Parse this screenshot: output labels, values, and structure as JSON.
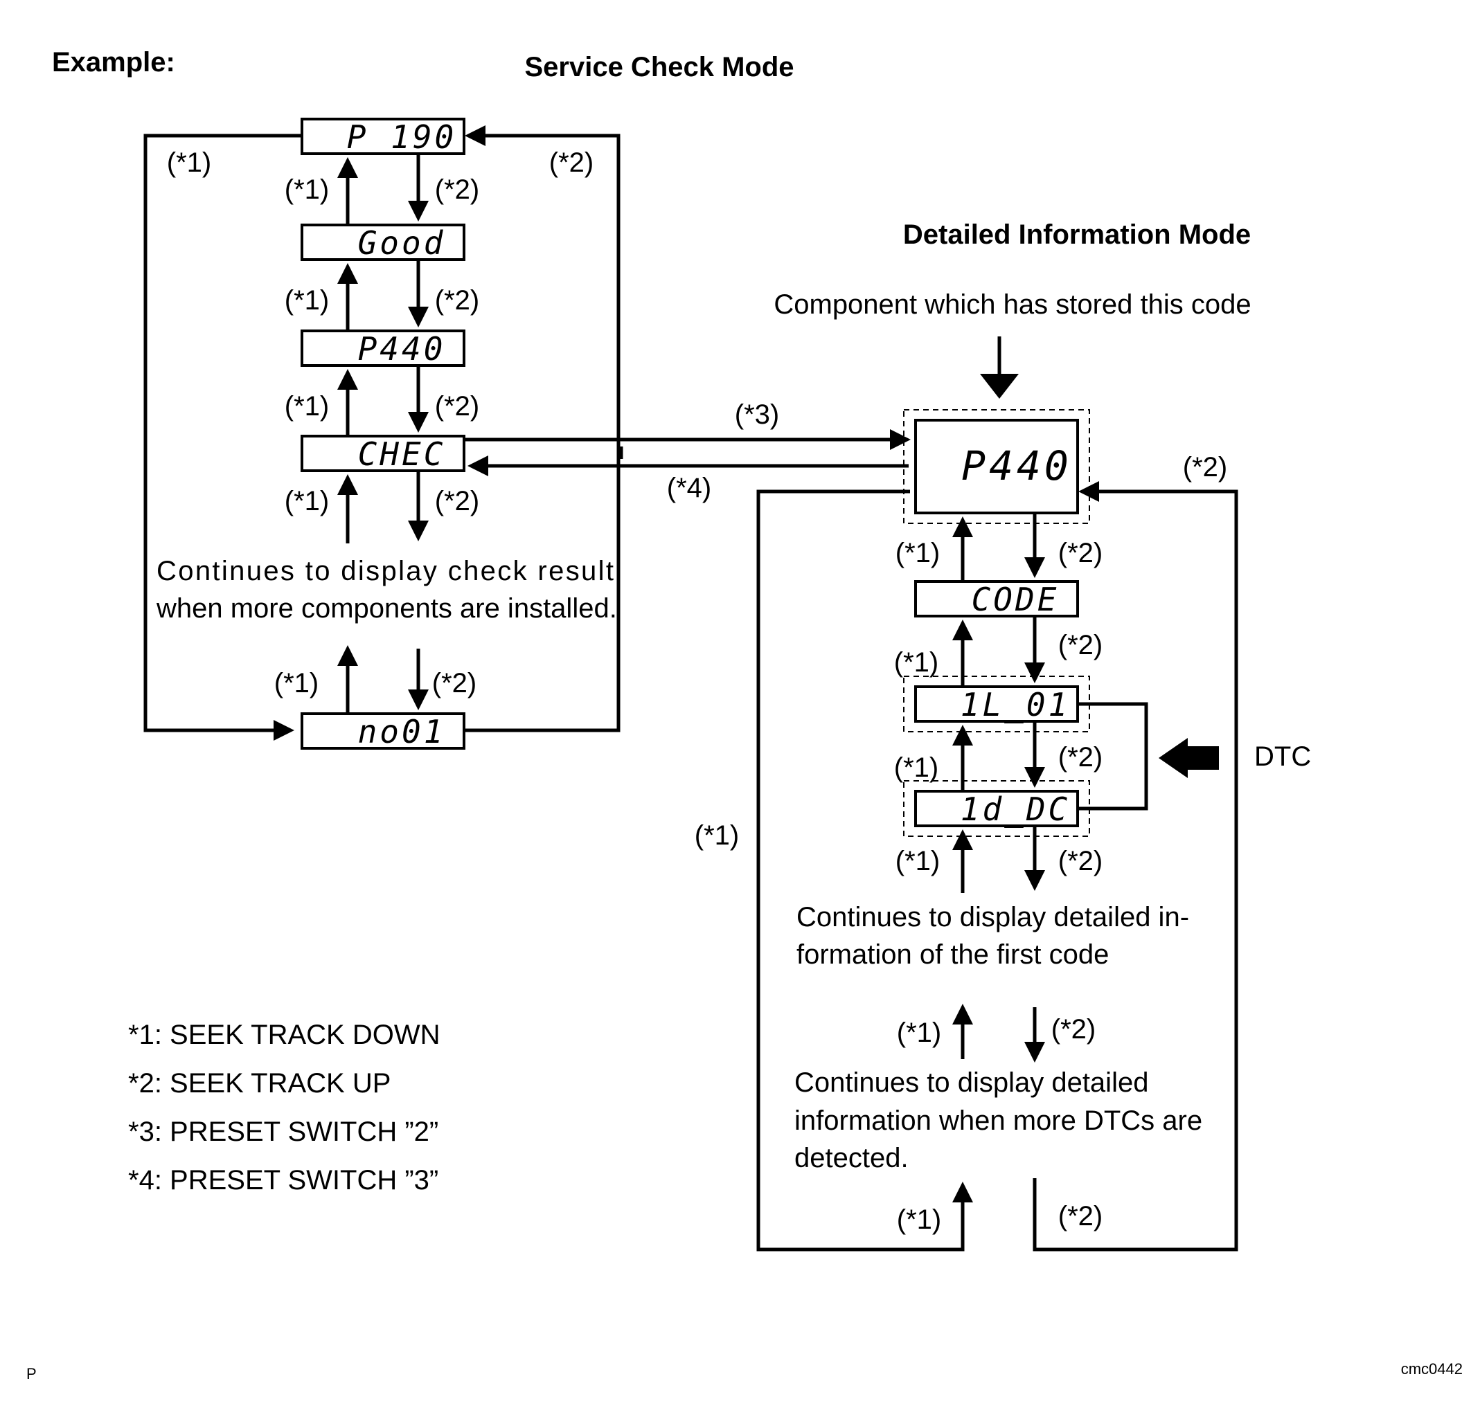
{
  "headings": {
    "example": "Example:",
    "service_check_mode": "Service Check Mode",
    "detailed_information_mode": "Detailed Information Mode",
    "component_note": "Component which has stored this code"
  },
  "service_displays": [
    "P 190",
    "Good",
    "P440",
    "CHEC",
    "no01"
  ],
  "detail_displays": [
    "P440",
    "CODE",
    "1L_01",
    "1d_DC"
  ],
  "labels": {
    "s1": "(*1)",
    "s2": "(*2)",
    "s3": "(*3)",
    "s4": "(*4)",
    "dtc": "DTC"
  },
  "notes": {
    "service_continue_1": "Continues to display check result",
    "service_continue_2": "when more components are installed.",
    "detail_continue_1": "Continues to display detailed in-",
    "detail_continue_2": "formation of the first code",
    "detail_more_1": "Continues to display detailed",
    "detail_more_2": "information when more DTCs are",
    "detail_more_3": "detected."
  },
  "legend": [
    "*1: SEEK TRACK DOWN",
    "*2: SEEK TRACK UP",
    "*3: PRESET SWITCH ”2”",
    "*4: PRESET SWITCH ”3”"
  ],
  "footer": {
    "left_mark": "P",
    "figure_id": "cmc0442"
  }
}
